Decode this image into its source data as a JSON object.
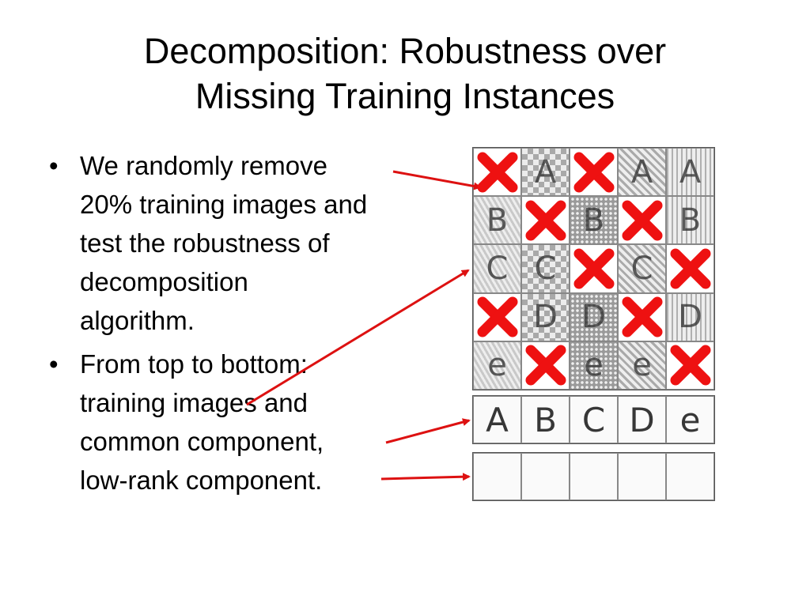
{
  "slide": {
    "title_lines": [
      "Decomposition: Robustness over",
      "Missing Training Instances"
    ],
    "bullets": [
      {
        "lines": [
          "We randomly remove",
          "20% training images and",
          "test the robustness of",
          "decomposition",
          "algorithm."
        ]
      },
      {
        "lines": [
          "From top to bottom:",
          "training images and",
          "common component,",
          "low-rank component."
        ]
      }
    ]
  },
  "figure": {
    "training_grid": [
      [
        "x",
        "A",
        "x",
        "A",
        "A"
      ],
      [
        "B",
        "x",
        "B",
        "x",
        "B"
      ],
      [
        "C",
        "C",
        "x",
        "C",
        "x"
      ],
      [
        "x",
        "D",
        "D",
        "x",
        "D"
      ],
      [
        "e",
        "x",
        "e",
        "e",
        "x"
      ]
    ],
    "common_component": [
      "A",
      "B",
      "C",
      "D",
      "e"
    ],
    "lowrank_patterns": [
      "triangles",
      "checkerboard",
      "dots",
      "diagonal-stripes",
      "wavy-lines"
    ],
    "removed_mark_color": "#ee1111",
    "arrow_color": "#dd1111"
  }
}
